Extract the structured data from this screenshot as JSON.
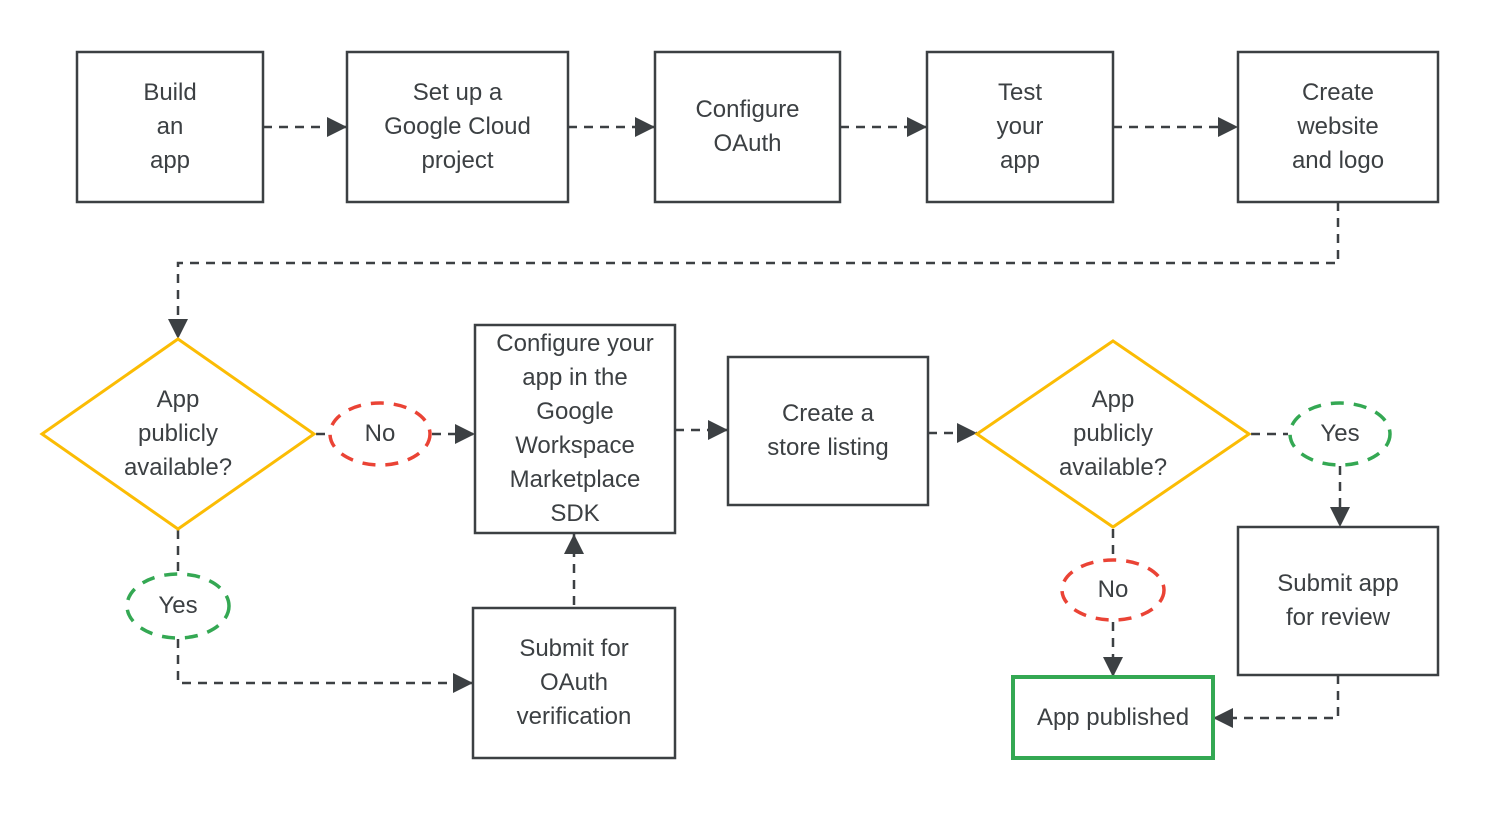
{
  "colors": {
    "ink": "#3c4043",
    "yellow": "#fbbc04",
    "red": "#ea4335",
    "green": "#34a853"
  },
  "nodes": {
    "build_app": {
      "label": "Build\nan\napp",
      "type": "process"
    },
    "cloud_project": {
      "label": "Set up a\nGoogle Cloud\nproject",
      "type": "process"
    },
    "configure_oauth": {
      "label": "Configure\nOAuth",
      "type": "process"
    },
    "test_app": {
      "label": "Test\nyour\napp",
      "type": "process"
    },
    "create_website": {
      "label": "Create\nwebsite\nand logo",
      "type": "process"
    },
    "decision_left": {
      "label": "App\npublicly\navailable?",
      "type": "decision"
    },
    "no_left": {
      "label": "No",
      "type": "branch-label"
    },
    "yes_left": {
      "label": "Yes",
      "type": "branch-label"
    },
    "configure_sdk": {
      "label": "Configure your\napp in the\nGoogle\nWorkspace\nMarketplace\nSDK",
      "type": "process"
    },
    "store_listing": {
      "label": "Create a\nstore listing",
      "type": "process"
    },
    "decision_right": {
      "label": "App\npublicly\navailable?",
      "type": "decision"
    },
    "yes_right": {
      "label": "Yes",
      "type": "branch-label"
    },
    "no_right": {
      "label": "No",
      "type": "branch-label"
    },
    "submit_review": {
      "label": "Submit app\nfor review",
      "type": "process"
    },
    "app_published": {
      "label": "App published",
      "type": "terminal"
    },
    "submit_oauth": {
      "label": "Submit for\nOAuth\nverification",
      "type": "process"
    }
  },
  "edges": [
    {
      "from": "build_app",
      "to": "cloud_project"
    },
    {
      "from": "cloud_project",
      "to": "configure_oauth"
    },
    {
      "from": "configure_oauth",
      "to": "test_app"
    },
    {
      "from": "test_app",
      "to": "create_website"
    },
    {
      "from": "create_website",
      "to": "decision_left"
    },
    {
      "from": "decision_left",
      "to": "configure_sdk",
      "label": "No"
    },
    {
      "from": "decision_left",
      "to": "submit_oauth",
      "label": "Yes"
    },
    {
      "from": "submit_oauth",
      "to": "configure_sdk"
    },
    {
      "from": "configure_sdk",
      "to": "store_listing"
    },
    {
      "from": "store_listing",
      "to": "decision_right"
    },
    {
      "from": "decision_right",
      "to": "submit_review",
      "label": "Yes"
    },
    {
      "from": "decision_right",
      "to": "app_published",
      "label": "No"
    },
    {
      "from": "submit_review",
      "to": "app_published"
    }
  ]
}
